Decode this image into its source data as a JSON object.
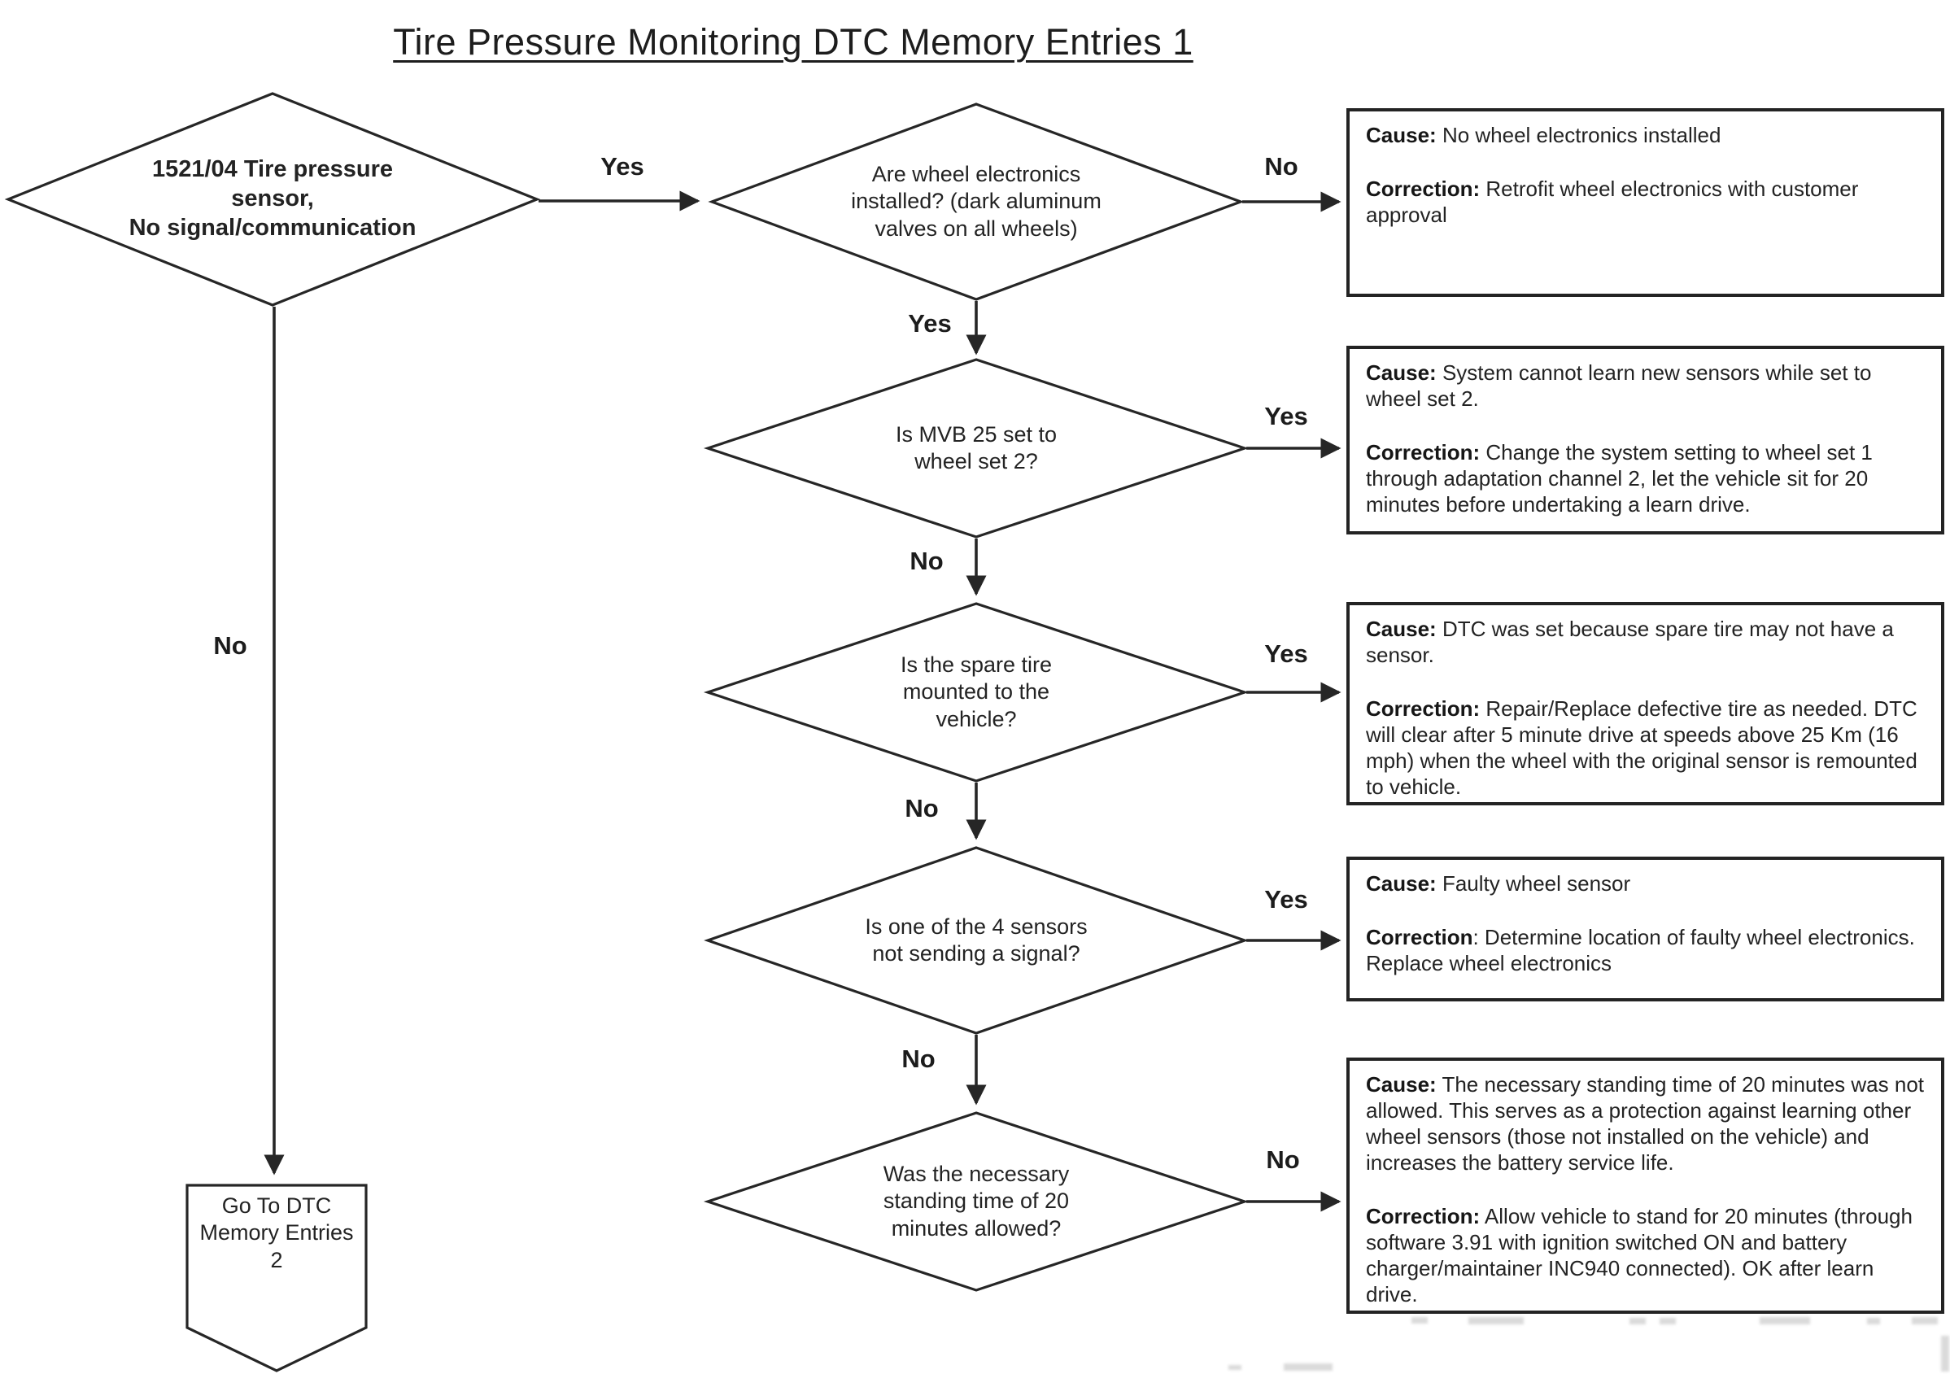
{
  "title": "Tire Pressure Monitoring DTC Memory Entries 1",
  "colors": {
    "ink": "#222222",
    "line": "#262626",
    "paper": "#ffffff",
    "artifact": "#bdbdbd"
  },
  "start": {
    "lines": [
      "1521/04 Tire pressure",
      "sensor,",
      "No signal/communication"
    ]
  },
  "decisions": [
    {
      "lines": [
        "Are wheel electronics",
        "installed? (dark aluminum",
        "valves on all wheels)"
      ]
    },
    {
      "lines": [
        "Is MVB 25 set to",
        "wheel set 2?"
      ]
    },
    {
      "lines": [
        "Is the spare tire",
        "mounted to the",
        "vehicle?"
      ]
    },
    {
      "lines": [
        "Is one of the 4 sensors",
        "not sending a signal?"
      ]
    },
    {
      "lines": [
        "Was the necessary",
        "standing time of 20",
        "minutes allowed?"
      ]
    }
  ],
  "edges": {
    "start_to_d1": "Yes",
    "start_to_terminal": "No",
    "d1_to_box": "No",
    "d1_to_d2": "Yes",
    "d2_to_box": "Yes",
    "d2_to_d3": "No",
    "d3_to_box": "Yes",
    "d3_to_d4": "No",
    "d4_to_box": "Yes",
    "d4_to_d5": "No",
    "d5_to_box": "No"
  },
  "boxes": [
    {
      "cause_label": "Cause:",
      "cause_text": "No wheel electronics installed",
      "correction_label": "Correction:",
      "correction_text": "Retrofit wheel electronics with customer approval"
    },
    {
      "cause_label": "Cause:",
      "cause_text": "System cannot learn new sensors while set to wheel set 2.",
      "correction_label": "Correction:",
      "correction_text": "Change the system setting to wheel set 1 through adaptation channel 2, let the vehicle sit for 20 minutes before undertaking a learn drive."
    },
    {
      "cause_label": "Cause:",
      "cause_text": "DTC was set because spare tire may not have a sensor.",
      "correction_label": "Correction:",
      "correction_text": "Repair/Replace defective tire as needed. DTC will clear after 5 minute drive at speeds above 25 Km (16 mph) when the wheel with the original sensor is remounted to vehicle."
    },
    {
      "cause_label": "Cause:",
      "cause_text": "Faulty wheel sensor",
      "correction_label": "Correction",
      "correction_text": ": Determine location of faulty wheel electronics. Replace wheel electronics"
    },
    {
      "cause_label": "Cause:",
      "cause_text": "The necessary standing time of 20 minutes was not allowed. This serves as a protection against learning other wheel sensors (those not installed on the vehicle) and increases the battery service life.",
      "correction_label": "Correction:",
      "correction_text": "Allow vehicle to stand for 20 minutes (through software 3.91 with ignition switched ON and battery charger/maintainer INC940 connected). OK after learn drive."
    }
  ],
  "terminal": {
    "lines": [
      "Go To DTC",
      "Memory Entries",
      "2"
    ]
  }
}
